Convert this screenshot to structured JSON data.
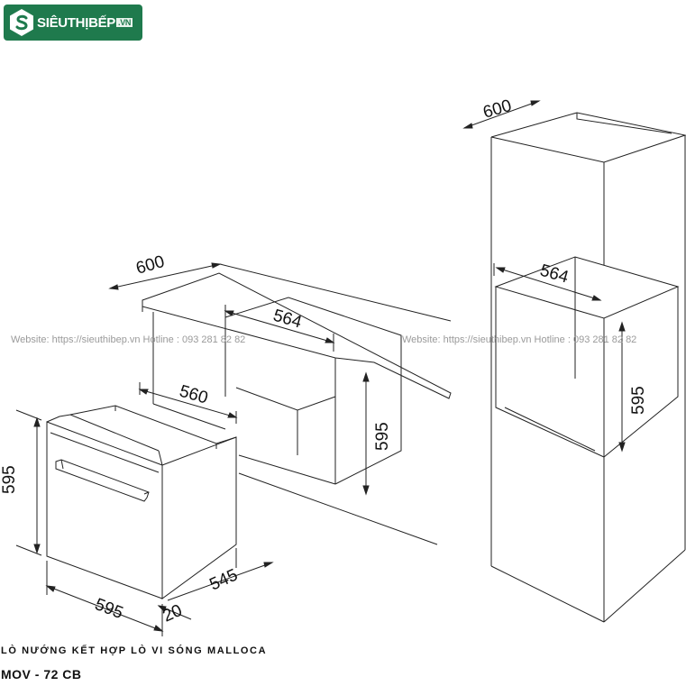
{
  "brand": {
    "name": "SIÊUTHỊBẾP",
    "suffix": ".VN",
    "color": "#1f7a4d"
  },
  "watermarks": {
    "left": "Website: https://sieuthibep.vn       Hotline : 093 281 82 82",
    "right": "Website: https://sieuthibep.vn  Hotline : 093 281 82 82"
  },
  "dimensions": {
    "oven_height": "595",
    "oven_width": "595",
    "oven_depth": "545",
    "oven_front": "20",
    "oven_top_depth": "560",
    "cabinet1_depth": "600",
    "cabinet1_width": "564",
    "cabinet1_height": "595",
    "cabinet2_depth": "600",
    "cabinet2_width": "564",
    "cabinet2_height": "595"
  },
  "caption": {
    "title": "LÒ NƯỚNG KẾT HỢP LÒ VI SÓNG MALLOCA",
    "model": "MOV - 72 CB"
  }
}
